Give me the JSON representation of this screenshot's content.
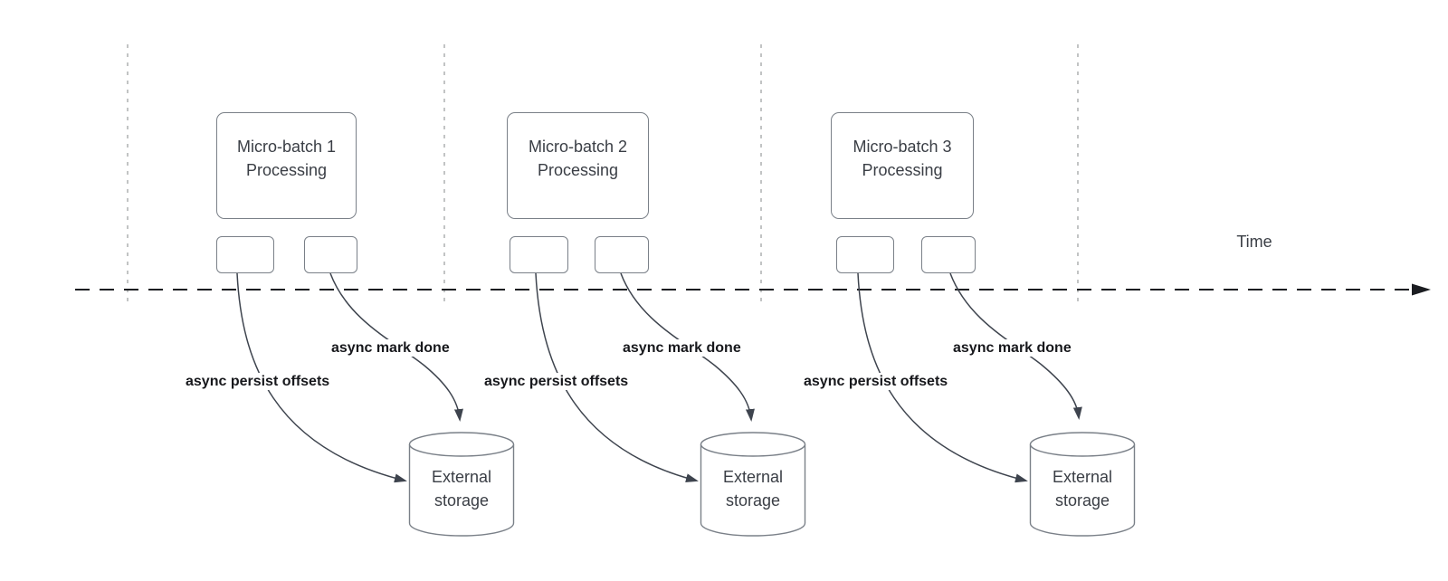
{
  "colors": {
    "background": "#ffffff",
    "shape_fill": "#ffffff",
    "shape_border": "#7a8088",
    "shape_text": "#3a3e45",
    "edge_stroke": "#3e444e",
    "edge_label_text": "#17181c",
    "timeline_stroke": "#1b1d21",
    "gridline_stroke": "#a8aaac"
  },
  "time_axis": {
    "label": "Time"
  },
  "batches": [
    {
      "title": "Micro-batch 1 Processing",
      "persist_label": "async persist offsets",
      "mark_done_label": "async mark done",
      "storage_label": "External storage"
    },
    {
      "title": "Micro-batch 2 Processing",
      "persist_label": "async persist offsets",
      "mark_done_label": "async mark done",
      "storage_label": "External storage"
    },
    {
      "title": "Micro-batch 3 Processing",
      "persist_label": "async persist offsets",
      "mark_done_label": "async mark done",
      "storage_label": "External storage"
    }
  ]
}
